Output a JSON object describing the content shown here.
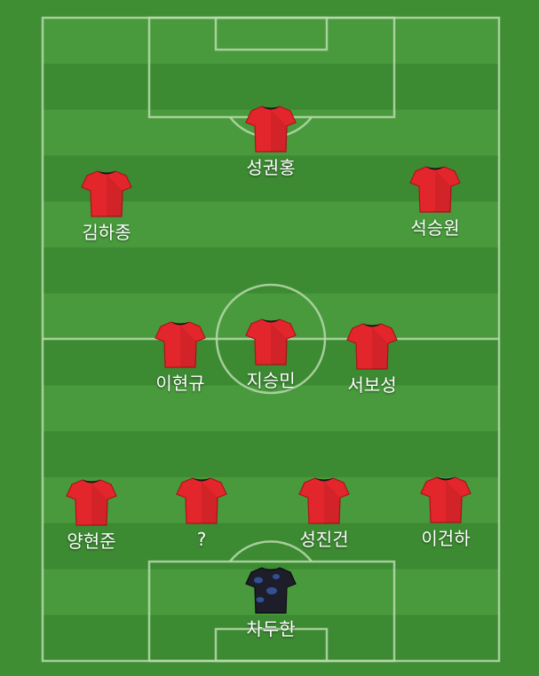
{
  "colors": {
    "outfield_kit": "#e3262c",
    "outfield_kit_dark": "#a8161b",
    "goalkeeper_kit": "#1d1e2a",
    "goalkeeper_accent": "#3a63b8",
    "stripe_light": "#489a3c",
    "stripe_dark": "#3c8a32",
    "line": "#b9d9ad"
  },
  "players": [
    {
      "name": "성권홍",
      "kit": "outfield"
    },
    {
      "name": "김하종",
      "kit": "outfield"
    },
    {
      "name": "석승원",
      "kit": "outfield"
    },
    {
      "name": "이현규",
      "kit": "outfield"
    },
    {
      "name": "지승민",
      "kit": "outfield"
    },
    {
      "name": "서보성",
      "kit": "outfield"
    },
    {
      "name": "양현준",
      "kit": "outfield"
    },
    {
      "name": "?",
      "kit": "outfield"
    },
    {
      "name": "성진건",
      "kit": "outfield"
    },
    {
      "name": "이건하",
      "kit": "outfield"
    },
    {
      "name": "차두한",
      "kit": "goalkeeper"
    }
  ]
}
